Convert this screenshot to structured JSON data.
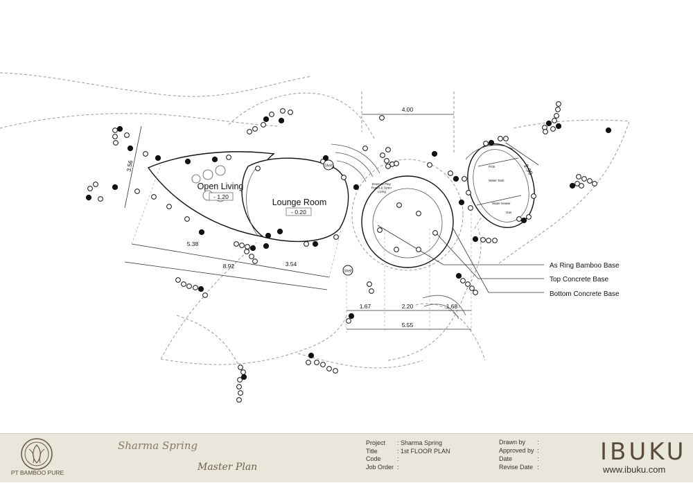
{
  "rooms": {
    "open_living": {
      "label": "Open Living",
      "level": "- 1.20"
    },
    "lounge_room": {
      "label": "Lounge Room",
      "level": "- 0.20"
    },
    "play_room_note": "Down to Play Room & Open Living",
    "bath_labels": [
      "PCB",
      "Water Tank",
      "Water Heater",
      "Gas"
    ],
    "shelf_labels": [
      "Shelf",
      "Shelf"
    ]
  },
  "dimensions": {
    "d_356": "3.56",
    "d_538": "5.38",
    "d_892": "8.92",
    "d_354": "3.54",
    "d_400": "4.00",
    "d_290": "2.90",
    "d_167": "1.67",
    "d_220": "2.20",
    "d_168": "1.68",
    "d_555": "5.55"
  },
  "legend": [
    "As Ring Bamboo Base",
    "Top Concrete Base",
    "Bottom Concrete Base"
  ],
  "title_block": {
    "company": "PT BAMBOO PURE",
    "project_script": "Sharma Spring",
    "sheet_script": "Master Plan",
    "fields": [
      {
        "label": "Project",
        "value": ": Sharma Spring"
      },
      {
        "label": "Title",
        "value": ": 1st FLOOR PLAN"
      },
      {
        "label": "Code",
        "value": ":"
      },
      {
        "label": "Job Order",
        "value": ":"
      }
    ],
    "approvals": [
      {
        "label": "Drawn by",
        "value": ":"
      },
      {
        "label": "Approved by",
        "value": ":"
      },
      {
        "label": "Date",
        "value": ":"
      },
      {
        "label": "Revise Date",
        "value": ":"
      }
    ],
    "brand": "IBUKU",
    "url": "www.ibuku.com"
  },
  "colors": {
    "title_block_bg": "#e9e6db",
    "brand": "#5a4a3a",
    "line": "#111111",
    "dashed": "#9a9a9a"
  }
}
